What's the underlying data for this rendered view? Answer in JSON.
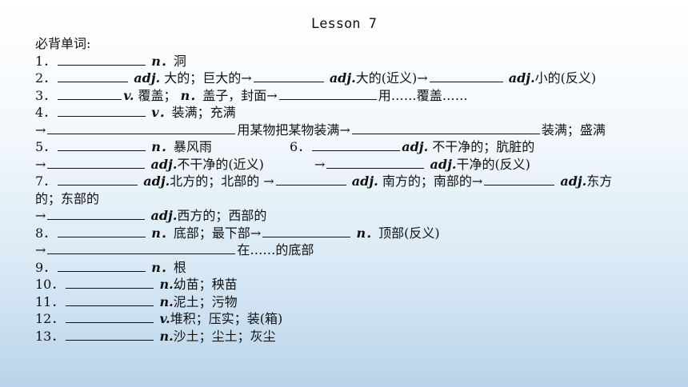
{
  "title": "Lesson 7",
  "heading": "必背单词:",
  "items": {
    "i1": {
      "num": "1．",
      "pos": "n．",
      "def": "洞"
    },
    "i2": {
      "num": "2．",
      "pos1": "adj.",
      "def1": "大的；巨大的→",
      "pos2": "adj.",
      "def2": "大的(近义)→",
      "pos3": "adj.",
      "def3": "小的(反义)"
    },
    "i3": {
      "num": "3．",
      "pos1": "v.",
      "def1": "覆盖；",
      "pos2": "n．",
      "def2": "盖子，封面→",
      "def3": "用……覆盖……"
    },
    "i4": {
      "num": "4．",
      "pos": "v．",
      "def": "装满；充满",
      "arrow": "→",
      "def2": "用某物把某物装满→",
      "def3": "装满；盛满"
    },
    "i5": {
      "num": "5．",
      "pos": "n．",
      "def": "暴风雨",
      "arrow": "→",
      "pos2": "adj.",
      "def2": "不干净的(近义)"
    },
    "i6": {
      "num": "6．",
      "pos": "adj.",
      "def": "不干净的；肮脏的",
      "arrow": "→",
      "pos2": "adj.",
      "def2": "干净的(反义)"
    },
    "i7": {
      "num": "7．",
      "pos1": "adj.",
      "def1": "北方的；北部的 →",
      "pos2": "adj.",
      "def2": "南方的；南部的→",
      "pos3": "adj.",
      "def3": "东方",
      "def3b": "的；东部的",
      "arrow": "→",
      "pos4": "adj.",
      "def4": "西方的；西部的"
    },
    "i8": {
      "num": "8．",
      "pos1": "n．",
      "def1": "底部；最下部→",
      "pos2": "n．",
      "def2": "顶部(反义)",
      "arrow": "→",
      "def3": "在……的底部"
    },
    "i9": {
      "num": "9．",
      "pos": "n．",
      "def": "根"
    },
    "i10": {
      "num": "10．",
      "pos": "n.",
      "def": "幼苗；秧苗"
    },
    "i11": {
      "num": "11．",
      "pos": "n.",
      "def": "泥土；污物"
    },
    "i12": {
      "num": "12．",
      "pos": "v.",
      "def": "堆积；压实；装(箱)"
    },
    "i13": {
      "num": "13．",
      "pos": "n.",
      "def": "沙土；尘土；灰尘"
    }
  }
}
